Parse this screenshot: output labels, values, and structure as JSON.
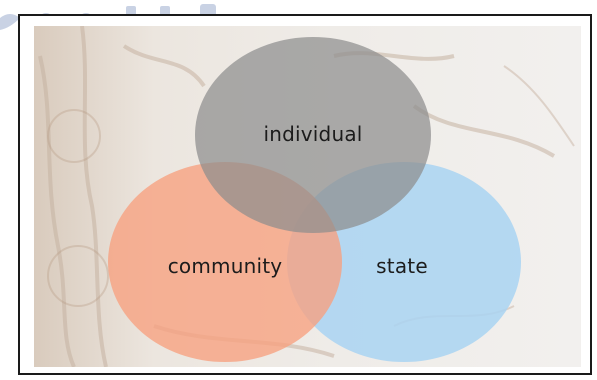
{
  "diagram": {
    "labels": {
      "top": "individual",
      "left": "community",
      "right": "state"
    },
    "colors": {
      "top_fill": "#8e8e8e",
      "left_fill": "#f7a07f",
      "right_fill": "#a9d3f2",
      "frame_border": "#1a1a1a",
      "logo_fragment": "#b7c3dc"
    },
    "background_icon": "faded-carved-wood-texture"
  }
}
